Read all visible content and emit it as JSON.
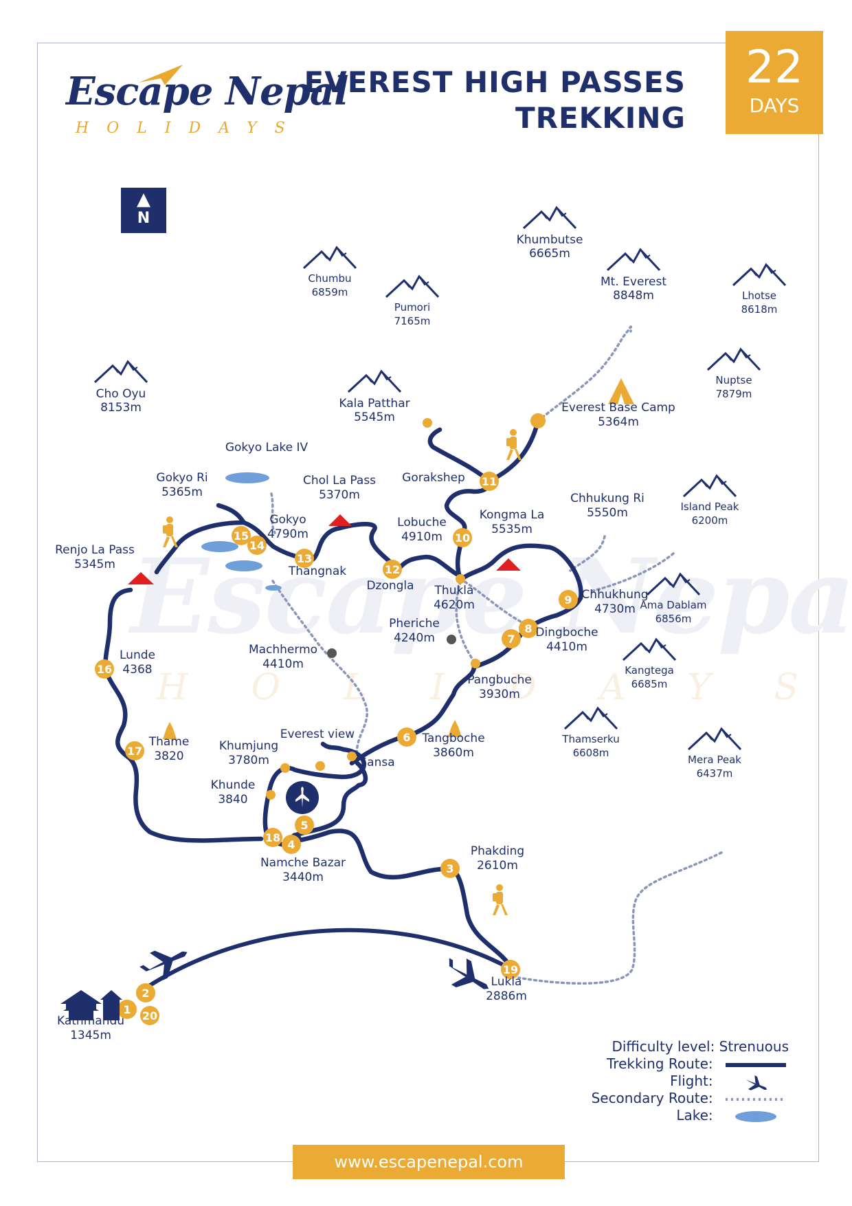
{
  "brand": {
    "name": "Escape Nepal",
    "sub": "HOLIDAYS"
  },
  "title": {
    "line1": "EVEREST HIGH PASSES",
    "line2": "TREKKING"
  },
  "days": {
    "number": "22",
    "label": "DAYS"
  },
  "north": {
    "label": "N"
  },
  "colors": {
    "navy": "#1f2f6b",
    "gold": "#eaaa34",
    "red": "#e02020",
    "lake": "#6f9fd8",
    "secondary": "#8a96b8"
  },
  "mountains": [
    {
      "name": "Khumbutse",
      "alt": "6665m"
    },
    {
      "name": "Chumbu",
      "alt": "6859m"
    },
    {
      "name": "Pumori",
      "alt": "7165m"
    },
    {
      "name": "Mt. Everest",
      "alt": "8848m"
    },
    {
      "name": "Lhotse",
      "alt": "8618m"
    },
    {
      "name": "Nuptse",
      "alt": "7879m"
    },
    {
      "name": "Cho Oyu",
      "alt": "8153m"
    },
    {
      "name": "Kala Patthar",
      "alt": "5545m"
    },
    {
      "name": "Island Peak",
      "alt": "6200m"
    },
    {
      "name": "Ama Dablam",
      "alt": "6856m"
    },
    {
      "name": "Kangtega",
      "alt": "6685m"
    },
    {
      "name": "Thamserku",
      "alt": "6608m"
    },
    {
      "name": "Mera Peak",
      "alt": "6437m"
    }
  ],
  "places": [
    {
      "name": "Everest Base Camp",
      "alt": "5364m"
    },
    {
      "name": "Gorakshep",
      "alt": ""
    },
    {
      "name": "Gokyo Lake IV",
      "alt": ""
    },
    {
      "name": "Gokyo Ri",
      "alt": "5365m"
    },
    {
      "name": "Chol La Pass",
      "alt": "5370m"
    },
    {
      "name": "Kongma La",
      "alt": "5535m"
    },
    {
      "name": "Chhukung Ri",
      "alt": "5550m"
    },
    {
      "name": "Gokyo",
      "alt": "4790m"
    },
    {
      "name": "Lobuche",
      "alt": "4910m"
    },
    {
      "name": "Renjo La Pass",
      "alt": "5345m"
    },
    {
      "name": "Thangnak",
      "alt": ""
    },
    {
      "name": "Dzongla",
      "alt": ""
    },
    {
      "name": "Thukla",
      "alt": "4620m"
    },
    {
      "name": "Chhukhung",
      "alt": "4730m"
    },
    {
      "name": "Pheriche",
      "alt": "4240m"
    },
    {
      "name": "Dingboche",
      "alt": "4410m"
    },
    {
      "name": "Lunde",
      "alt": "4368"
    },
    {
      "name": "Machhermo",
      "alt": "4410m"
    },
    {
      "name": "Pangbuche",
      "alt": "3930m"
    },
    {
      "name": "Thame",
      "alt": "3820"
    },
    {
      "name": "Khumjung",
      "alt": "3780m"
    },
    {
      "name": "Everest view",
      "alt": ""
    },
    {
      "name": "Sansa",
      "alt": ""
    },
    {
      "name": "Tangboche",
      "alt": "3860m"
    },
    {
      "name": "Khunde",
      "alt": "3840"
    },
    {
      "name": "Namche Bazar",
      "alt": "3440m"
    },
    {
      "name": "Phakding",
      "alt": "2610m"
    },
    {
      "name": "Lukla",
      "alt": "2886m"
    },
    {
      "name": "Kathmandu",
      "alt": "1345m"
    }
  ],
  "stops": [
    "1",
    "2",
    "20",
    "3",
    "4",
    "5",
    "18",
    "6",
    "7",
    "8",
    "9",
    "10",
    "11",
    "12",
    "13",
    "14",
    "15",
    "16",
    "17",
    "19"
  ],
  "legend": {
    "difficulty": "Difficulty level: Strenuous",
    "trekking": "Trekking Route:",
    "flight": "Flight:",
    "secondary": "Secondary Route:",
    "lake": "Lake:"
  },
  "footer": {
    "url": "www.escapenepal.com"
  }
}
